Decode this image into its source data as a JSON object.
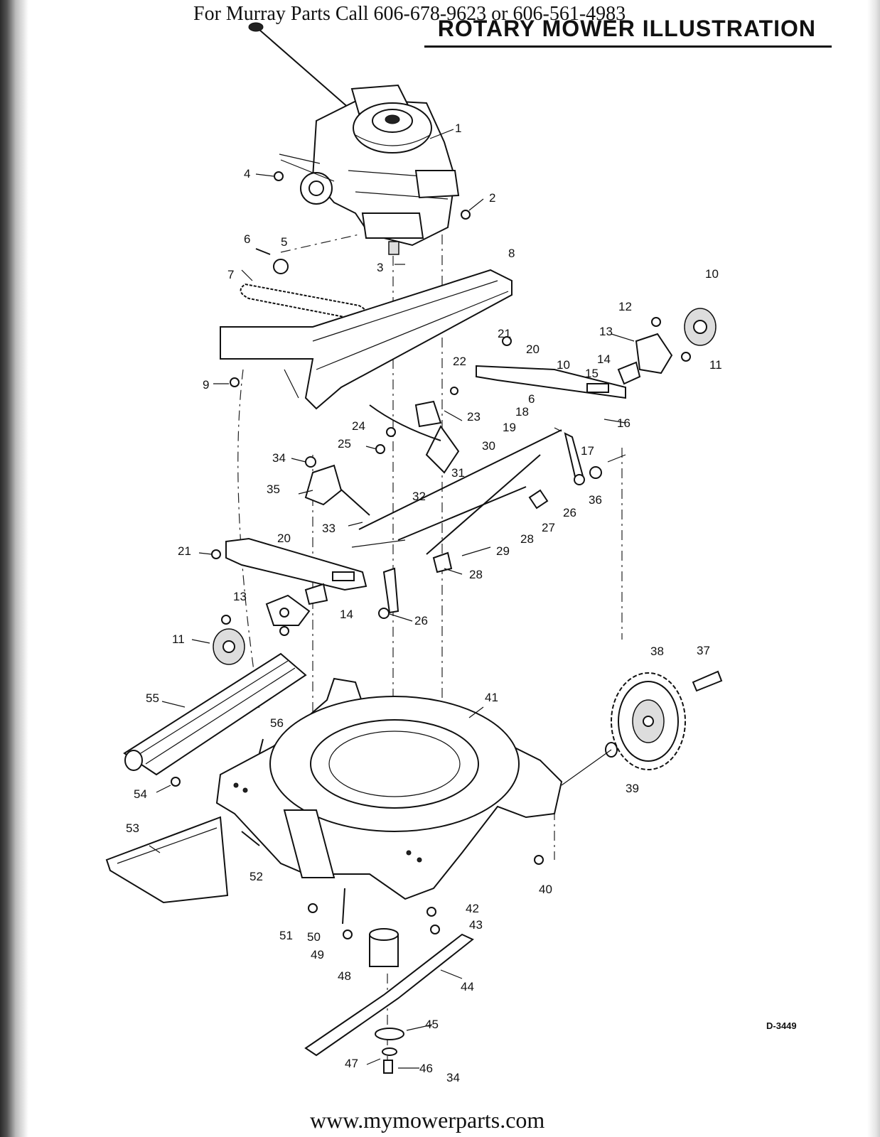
{
  "header": {
    "callout": "For Murray Parts Call 606-678-9623 or 606-561-4983",
    "title": "ROTARY MOWER ILLUSTRATION"
  },
  "footer": {
    "url": "www.mymowerparts.com",
    "drawing_code": "D-3449"
  },
  "part_labels": [
    "1",
    "2",
    "3",
    "4",
    "5",
    "6",
    "7",
    "8",
    "9",
    "10",
    "12",
    "13",
    "11",
    "21",
    "20",
    "22",
    "10",
    "14",
    "15",
    "6",
    "18",
    "23",
    "16",
    "24",
    "19",
    "17",
    "25",
    "30",
    "34",
    "31",
    "36",
    "26",
    "35",
    "32",
    "27",
    "33",
    "28",
    "20",
    "29",
    "21",
    "28",
    "13",
    "14",
    "26",
    "11",
    "38",
    "37",
    "55",
    "41",
    "56",
    "54",
    "39",
    "53",
    "52",
    "40",
    "42",
    "43",
    "51",
    "50",
    "49",
    "48",
    "44",
    "45",
    "47",
    "46",
    "34"
  ]
}
